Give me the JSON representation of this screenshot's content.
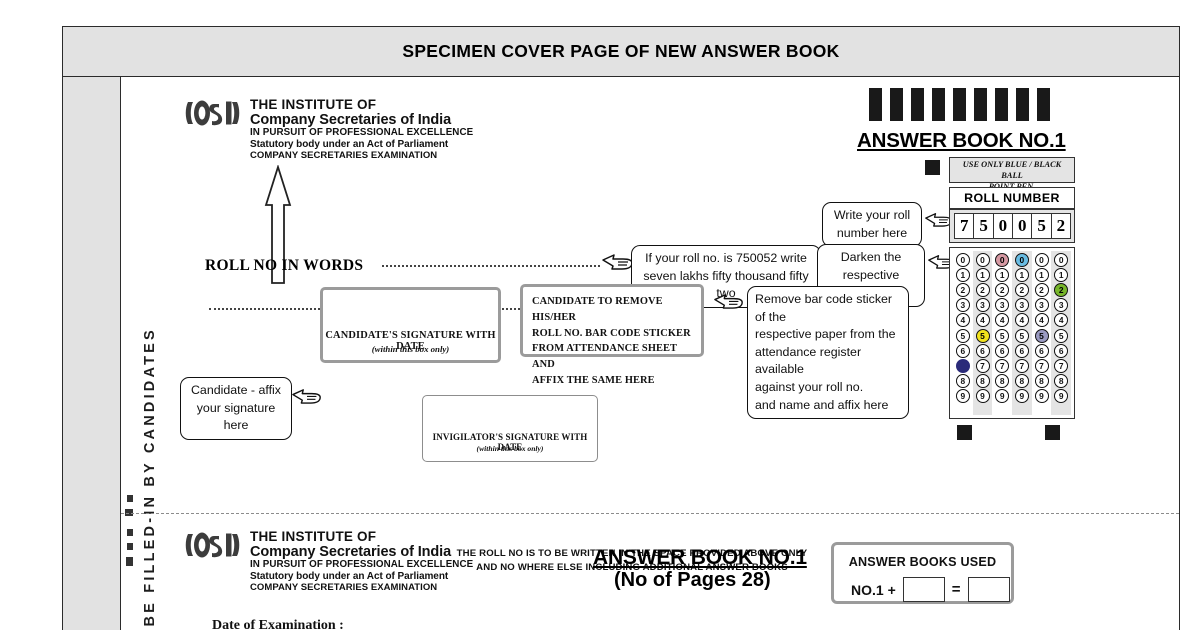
{
  "banner": {
    "title": "SPECIMEN COVER PAGE OF NEW ANSWER BOOK"
  },
  "sidebar": {
    "vertical_text": "TO BE FILLED-IN BY CANDIDATES",
    "arrow_icon": "up-arrow-icon"
  },
  "brand": {
    "line1": "THE INSTITUTE OF",
    "line2": "Company Secretaries of India",
    "line3": "IN PURSUIT OF PROFESSIONAL EXCELLENCE",
    "line4": "Statutory body under an Act of Parliament",
    "line5": "COMPANY SECRETARIES EXAMINATION",
    "logo_text": "ICSI"
  },
  "roll_words": {
    "label": "ROLL NO IN WORDS"
  },
  "callouts": {
    "roll_words_hint_l1": "If your roll no. is 750052  write",
    "roll_words_hint_l2": "seven lakhs fifty thousand fifty two",
    "write_roll_l1": "Write your roll",
    "write_roll_l2": "number here",
    "darken_l1": "Darken the",
    "darken_l2": "respective circles",
    "signature_l1": "Candidate - affix",
    "signature_l2": "your signature here",
    "barcode_l1": "Remove bar code sticker of the",
    "barcode_l2": "respective paper from the",
    "barcode_l3": "attendance register available",
    "barcode_l4": "against your roll no.",
    "barcode_l5": "and name and affix here"
  },
  "candidate_box": {
    "caption": "CANDIDATE'S SIGNATURE WITH DATE",
    "sub": "(within this box only)"
  },
  "invigilator_box": {
    "caption": "INVIGILATOR'S SIGNATURE WITH DATE",
    "sub": "(within this box only)"
  },
  "barcode_box": {
    "l1": "CANDIDATE TO REMOVE HIS/HER",
    "l2": "ROLL NO. BAR CODE STICKER",
    "l3": "FROM ATTENDANCE SHEET AND",
    "l4": "AFFIX THE SAME HERE"
  },
  "warning": {
    "l1": "THE ROLL NO IS TO BE WRITTEN IN THE SPACE PROVIDED ABOVE ONLY",
    "l2": "AND NO WHERE ELSE INCLUDING ADDITIONAL ANSWER BOOKS"
  },
  "omr": {
    "answer_book_title": "ANSWER BOOK NO.1",
    "pen_note_l1": "USE ONLY BLUE / BLACK BALL",
    "pen_note_l2": "POINT PEN.",
    "roll_header": "ROLL NUMBER",
    "roll_digits": [
      "7",
      "5",
      "0",
      "0",
      "5",
      "2"
    ],
    "bubble_digits": [
      "0",
      "1",
      "2",
      "3",
      "4",
      "5",
      "6",
      "7",
      "8",
      "9"
    ],
    "bar_count": 9,
    "marks": [
      {
        "col": 0,
        "row": 7,
        "color": "#2b2b7a",
        "dark": true
      },
      {
        "col": 1,
        "row": 5,
        "color": "#f2e31d",
        "dark": false
      },
      {
        "col": 2,
        "row": 0,
        "color": "#d79aa4",
        "dark": false
      },
      {
        "col": 3,
        "row": 0,
        "color": "#69bde4",
        "dark": false
      },
      {
        "col": 4,
        "row": 5,
        "color": "#9a9ac2",
        "dark": false
      },
      {
        "col": 5,
        "row": 2,
        "color": "#77b62a",
        "dark": false
      }
    ],
    "shaded_columns": [
      1,
      3,
      5
    ]
  },
  "bottom": {
    "answer_book_title": "ANSWER BOOK NO.1",
    "pages": "(No of Pages 28)",
    "books_used_title": "ANSWER BOOKS USED",
    "books_used_label": "NO.1 +",
    "books_used_eq": "=",
    "date_of_exam": "Date of Examination :"
  }
}
